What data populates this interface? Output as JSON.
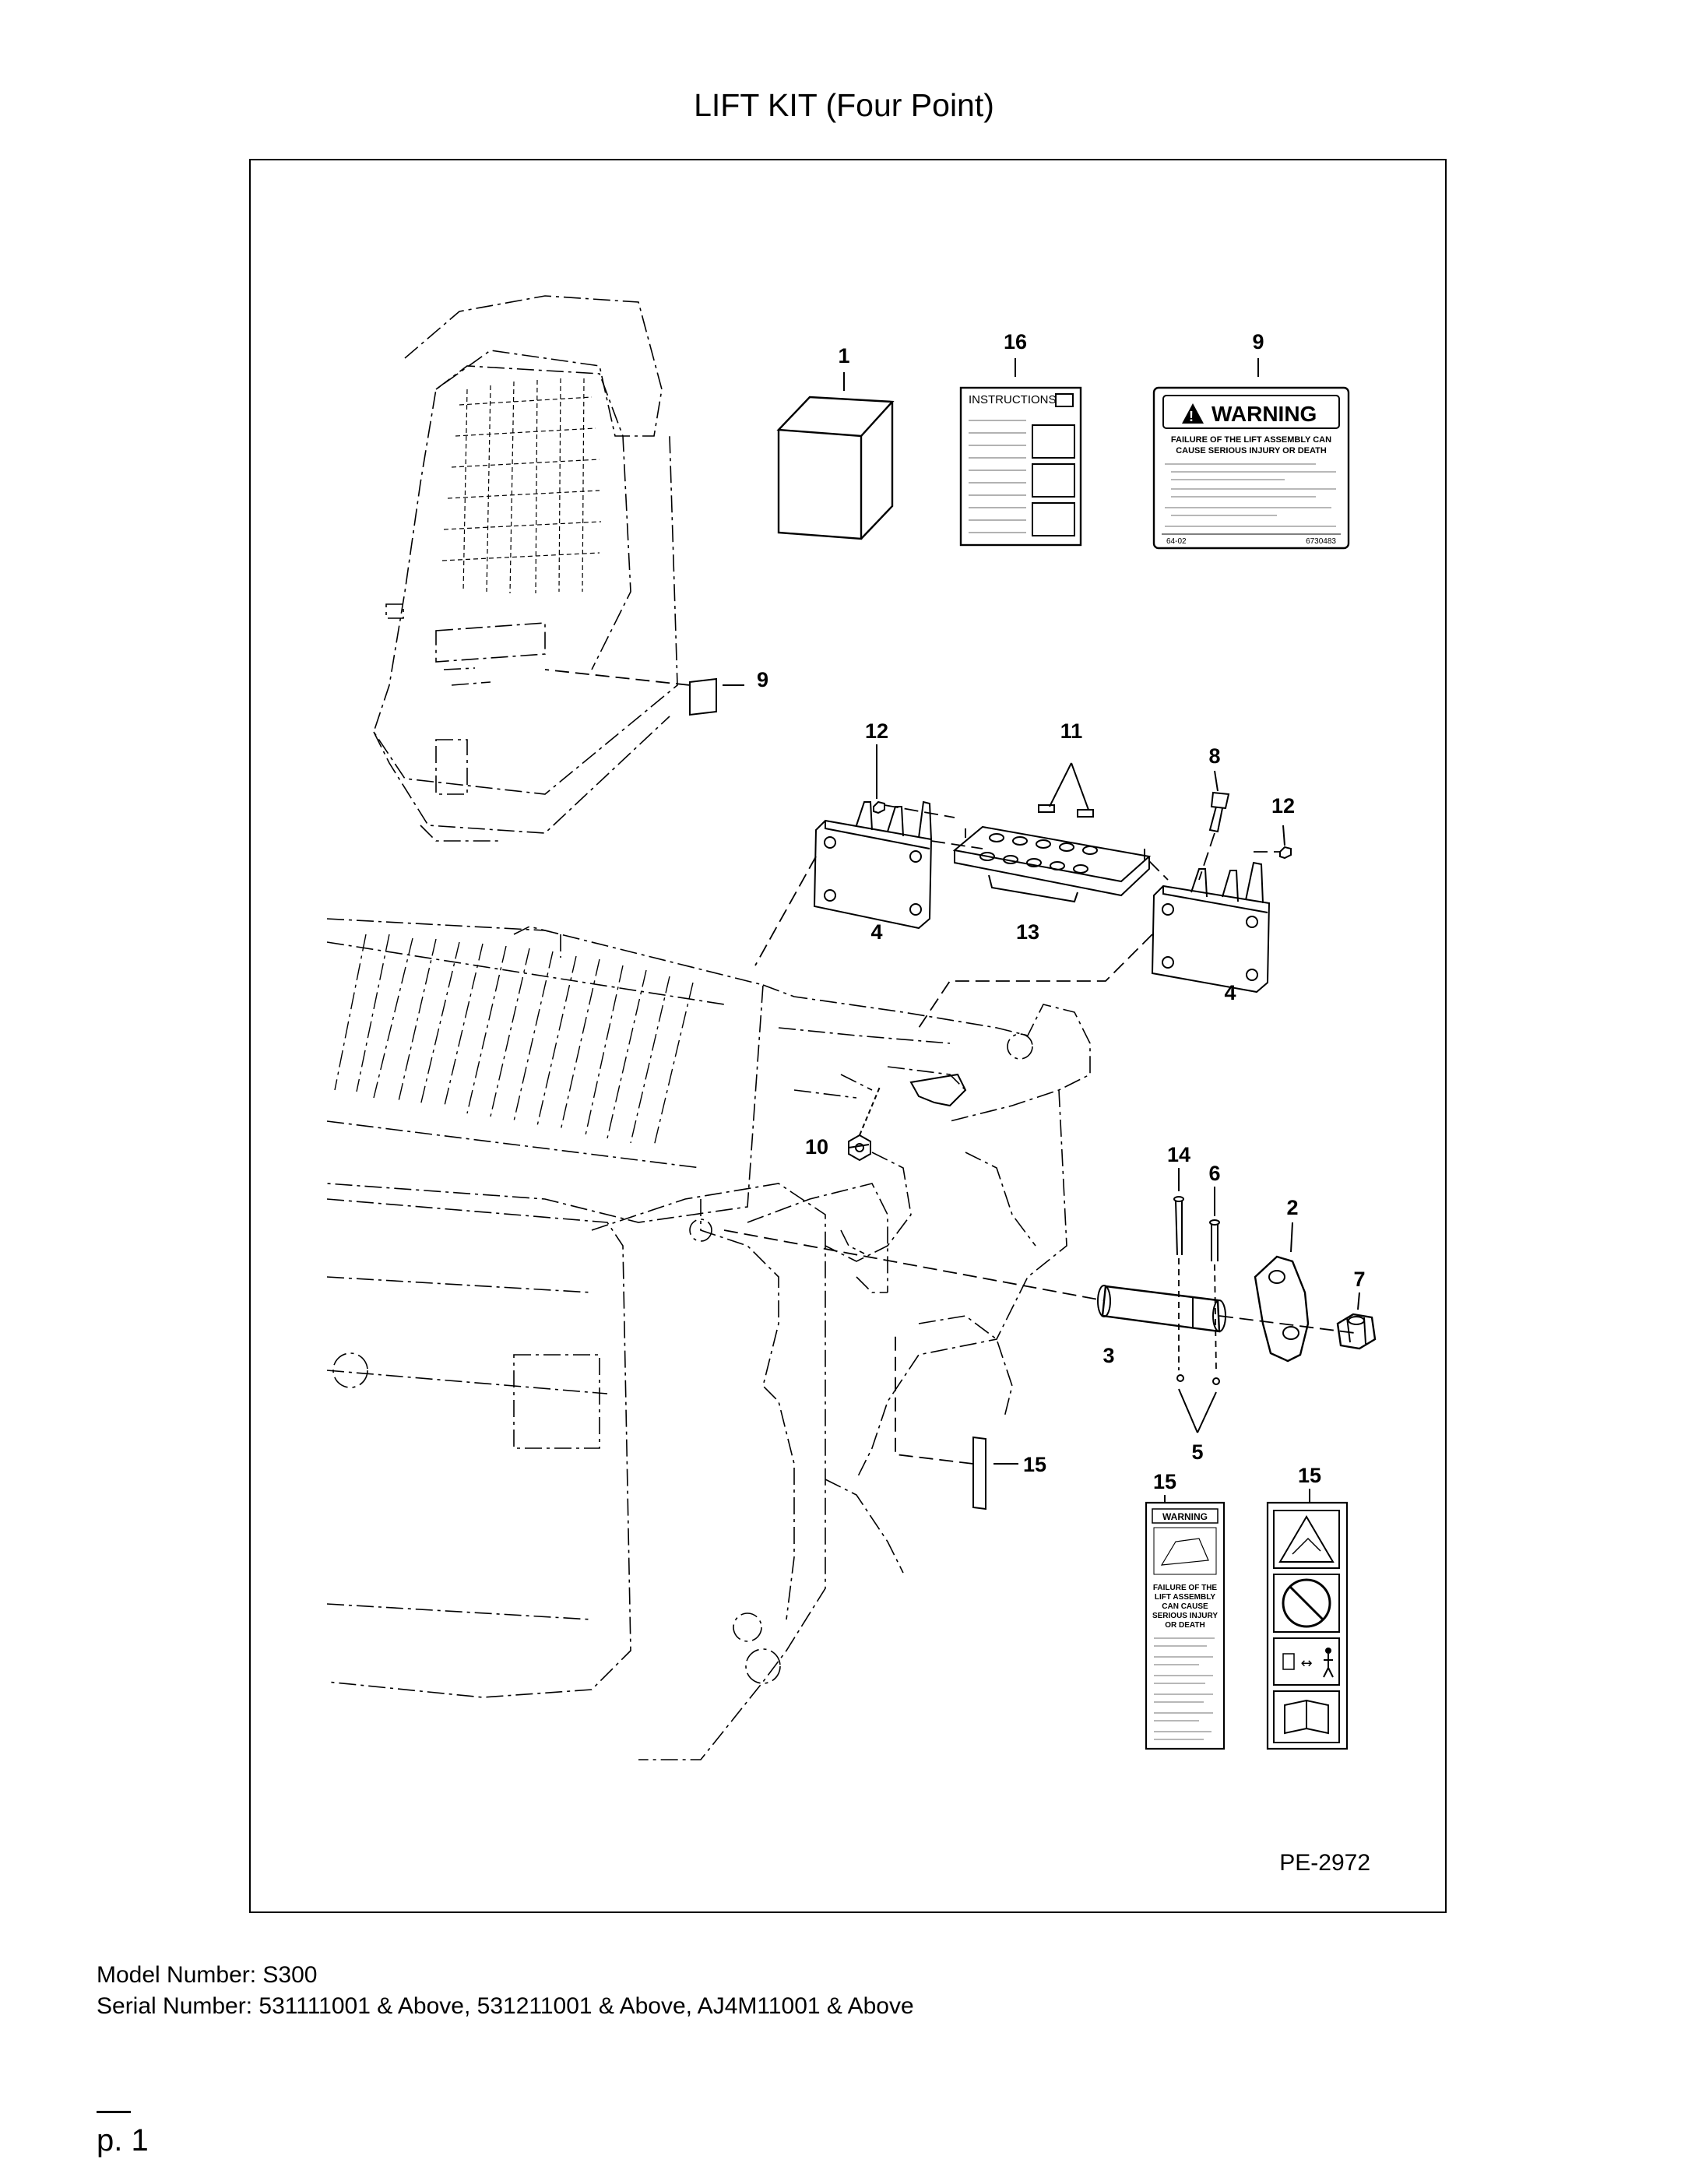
{
  "title": "LIFT KIT (Four Point)",
  "reference_number": "PE-2972",
  "callouts": {
    "c1": "1",
    "c16": "16",
    "c9a": "9",
    "c9b": "9",
    "c12a": "12",
    "c11": "11",
    "c8": "8",
    "c12b": "12",
    "c4a": "4",
    "c13": "13",
    "c4b": "4",
    "c10": "10",
    "c14": "14",
    "c6": "6",
    "c2": "2",
    "c7": "7",
    "c3": "3",
    "c5": "5",
    "c15a": "15",
    "c15b": "15",
    "c15c": "15"
  },
  "instructions_label": "INSTRUCTIONS",
  "decal_9": {
    "header": "WARNING",
    "headline_1": "FAILURE OF THE LIFT ASSEMBLY CAN",
    "headline_2": "CAUSE SERIOUS INJURY OR DEATH",
    "footer_left": "64-02",
    "footer_right": "6730483"
  },
  "decal_15_text": {
    "header": "WARNING",
    "body_1": "FAILURE OF THE",
    "body_2": "LIFT ASSEMBLY",
    "body_3": "CAN CAUSE",
    "body_4": "SERIOUS INJURY",
    "body_5": "OR DEATH"
  },
  "footer": {
    "model": "Model Number: S300",
    "serial": "Serial Number: 531111001 & Above, 531211001 & Above, AJ4M11001 & Above"
  },
  "page_number": "p. 1"
}
